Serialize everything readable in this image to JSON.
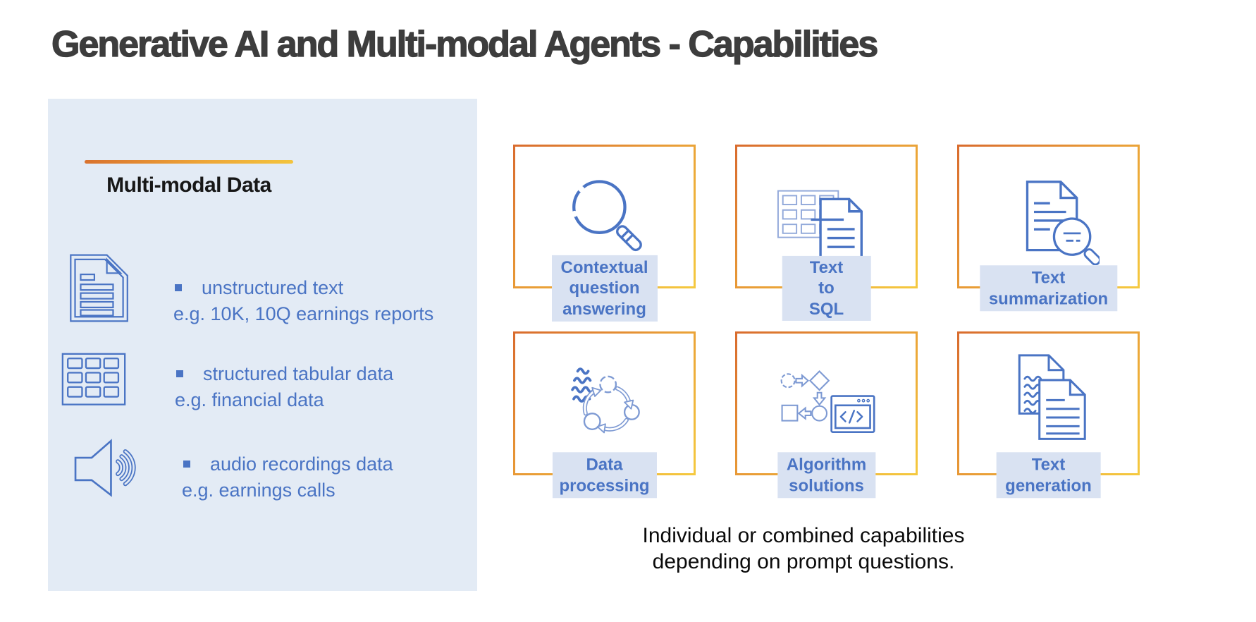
{
  "title": "Generative AI and Multi-modal Agents - Capabilities",
  "left_panel": {
    "heading": "Multi-modal Data",
    "items": [
      {
        "icon": "document-icon",
        "label": "unstructured text",
        "example": "e.g. 10K, 10Q earnings reports"
      },
      {
        "icon": "table-icon",
        "label": "structured tabular data",
        "example": "e.g. financial data"
      },
      {
        "icon": "speaker-icon",
        "label": "audio recordings data",
        "example": "e.g. earnings calls"
      }
    ]
  },
  "capabilities": [
    {
      "icon": "magnifying-glass-icon",
      "label": "Contextual\nquestion\nanswering"
    },
    {
      "icon": "table-document-icon",
      "label": "Text to SQL"
    },
    {
      "icon": "document-magnifier-icon",
      "label": "Text\nsummarization"
    },
    {
      "icon": "process-cycle-icon",
      "label": "Data processing"
    },
    {
      "icon": "flowchart-code-icon",
      "label": "Algorithm\nsolutions"
    },
    {
      "icon": "document-pair-icon",
      "label": "Text generation"
    }
  ],
  "caption": "Individual or combined capabilities\ndepending on prompt questions.",
  "colors": {
    "title_text": "#3d3d3d",
    "panel_background": "#e3ebf5",
    "accent_blue": "#4a74c4",
    "light_icon_blue": "#7e9ad3",
    "label_background": "#d9e2f2",
    "border_gradient_start": "#d96c2e",
    "border_gradient_end": "#f5c93f"
  }
}
